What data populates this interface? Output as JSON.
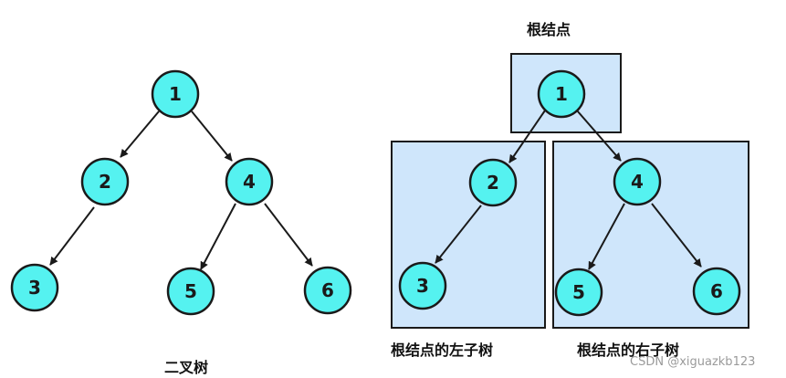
{
  "left_tree": {
    "caption": "二叉树",
    "nodes": [
      "1",
      "2",
      "3",
      "4",
      "5",
      "6"
    ]
  },
  "right_tree": {
    "root_caption": "根结点",
    "left_subtree_caption": "根结点的左子树",
    "right_subtree_caption": "根结点的右子树",
    "nodes": [
      "1",
      "2",
      "3",
      "4",
      "5",
      "6"
    ]
  },
  "watermark": "CSDN @xiguazkb123",
  "colors": {
    "node_fill": "#55f2f0",
    "box_fill": "#cfe6fb",
    "stroke": "#1a1a1a"
  }
}
